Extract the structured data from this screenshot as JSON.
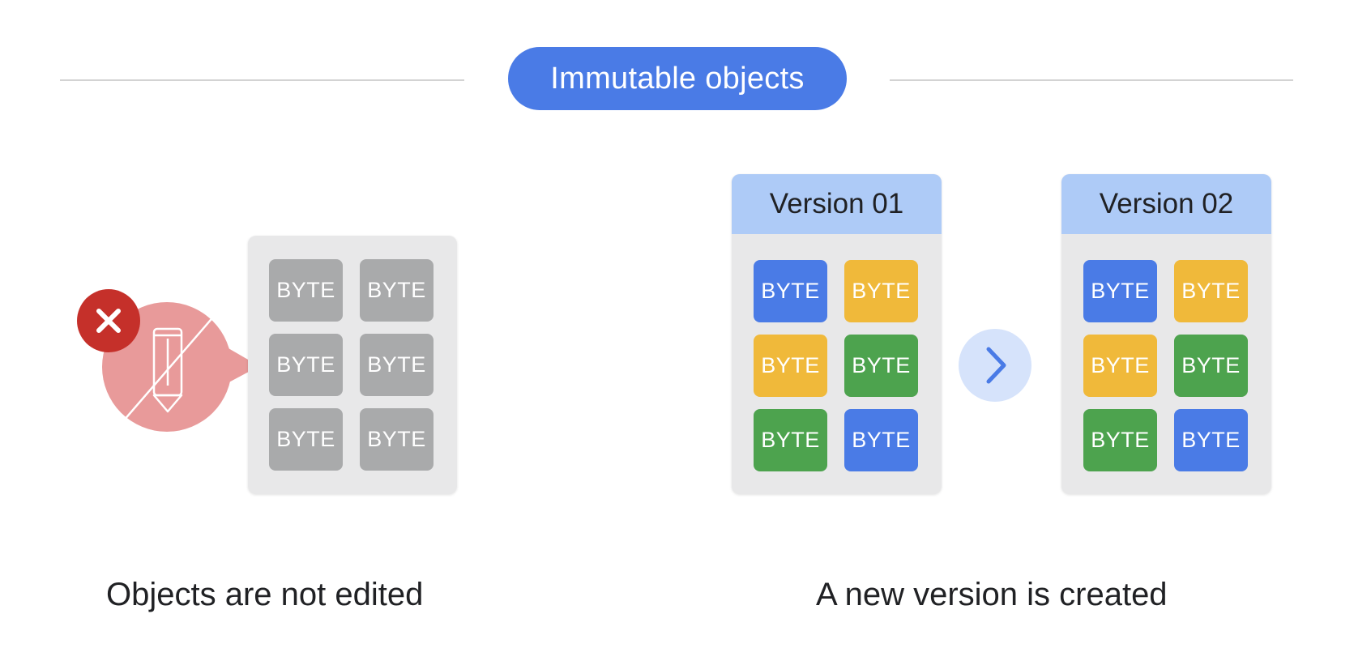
{
  "title": "Immutable objects",
  "byte_label": "BYTE",
  "colors": {
    "title_pill": "#4a7be6",
    "card_bg": "#e8e8e9",
    "card_header": "#aecbf7",
    "gray_byte": "#a9aaab",
    "blue_byte": "#4a7be6",
    "yellow_byte": "#f0b93a",
    "green_byte": "#4da34e",
    "no_edit_bubble": "#e89a9a",
    "no_edit_badge": "#c5302a",
    "arrow_circle": "#d6e3fb",
    "arrow": "#4a7be6"
  },
  "left_panel": {
    "caption": "Objects are not edited",
    "bytes": [
      {
        "label": "BYTE",
        "color": "gray"
      },
      {
        "label": "BYTE",
        "color": "gray"
      },
      {
        "label": "BYTE",
        "color": "gray"
      },
      {
        "label": "BYTE",
        "color": "gray"
      },
      {
        "label": "BYTE",
        "color": "gray"
      },
      {
        "label": "BYTE",
        "color": "gray"
      }
    ],
    "icons": [
      "close-icon",
      "pencil-crossed-icon"
    ]
  },
  "right_panel": {
    "caption": "A new version is created",
    "version_01": {
      "label": "Version 01",
      "bytes": [
        {
          "label": "BYTE",
          "color": "blue"
        },
        {
          "label": "BYTE",
          "color": "yellow"
        },
        {
          "label": "BYTE",
          "color": "yellow"
        },
        {
          "label": "BYTE",
          "color": "green"
        },
        {
          "label": "BYTE",
          "color": "green"
        },
        {
          "label": "BYTE",
          "color": "blue"
        }
      ]
    },
    "version_02": {
      "label": "Version 02",
      "bytes": [
        {
          "label": "BYTE",
          "color": "blue"
        },
        {
          "label": "BYTE",
          "color": "yellow"
        },
        {
          "label": "BYTE",
          "color": "yellow"
        },
        {
          "label": "BYTE",
          "color": "green"
        },
        {
          "label": "BYTE",
          "color": "green"
        },
        {
          "label": "BYTE",
          "color": "blue"
        }
      ]
    },
    "icons": [
      "chevron-right-icon"
    ]
  }
}
